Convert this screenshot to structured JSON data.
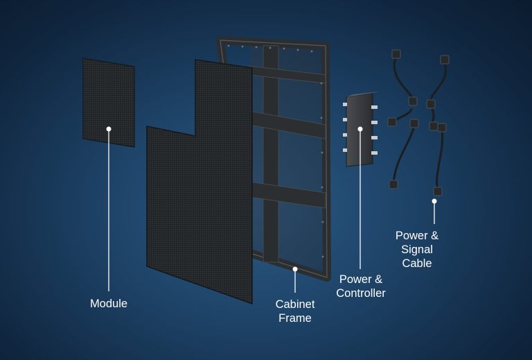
{
  "labels": {
    "module": [
      "Module"
    ],
    "cabinet_frame": [
      "Cabinet",
      "Frame"
    ],
    "power_controller": [
      "Power &",
      "Controller"
    ],
    "power_signal_cable": [
      "Power &",
      "Signal",
      "Cable"
    ]
  }
}
